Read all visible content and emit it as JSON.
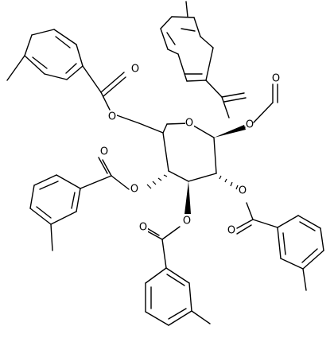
{
  "structure": {
    "atoms": [
      {
        "key": "ring_o",
        "label": "O"
      },
      {
        "key": "c1_link_o",
        "label": "O"
      },
      {
        "key": "c1_carbonyl_o",
        "label": "O"
      },
      {
        "key": "c6_link_o",
        "label": "O"
      },
      {
        "key": "c6_carbonyl_o",
        "label": "O"
      },
      {
        "key": "c4_link_o",
        "label": "O"
      },
      {
        "key": "c4_carbonyl_o",
        "label": "O"
      },
      {
        "key": "c3_link_o",
        "label": "O"
      },
      {
        "key": "c3_carbonyl_o",
        "label": "O"
      },
      {
        "key": "c2_link_o",
        "label": "O"
      },
      {
        "key": "c2_carbonyl_o",
        "label": "O"
      }
    ]
  }
}
